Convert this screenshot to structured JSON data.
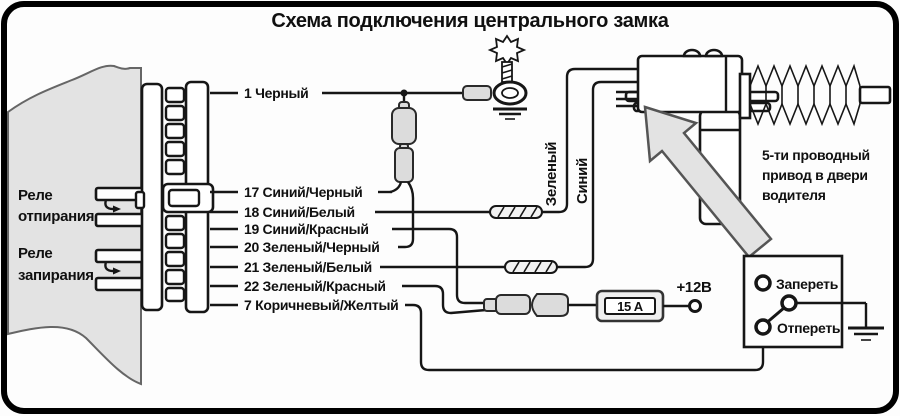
{
  "title": "Схема подключения центрального замка",
  "relays": {
    "unlock": {
      "line1": "Реле",
      "line2": "отпирания"
    },
    "lock": {
      "line1": "Реле",
      "line2": "запирания"
    }
  },
  "wires": {
    "pin1": "1 Черный",
    "pin17": "17 Синий/Черный",
    "pin18": "18 Синий/Белый",
    "pin19": "19 Синий/Красный",
    "pin20": "20 Зеленый/Черный",
    "pin21": "21 Зеленый/Белый",
    "pin22": "22 Зеленый/Красный",
    "pin7": "7 Коричневый/Желтый"
  },
  "actuator_wires": {
    "green": "Зеленый",
    "blue": "Синий"
  },
  "note": {
    "line1": "5-ти проводный",
    "line2": "привод в двери",
    "line3": "водителя"
  },
  "switch": {
    "lock_label": "Запереть",
    "unlock_label": "Отпереть"
  },
  "fuse": {
    "rating": "15 A"
  },
  "power": {
    "label": "+12В"
  },
  "colors": {
    "line": "#161616",
    "silhouette": "#e3e3e3",
    "connector_gray": "#dcdcdc",
    "background": "#fdfdfd"
  }
}
